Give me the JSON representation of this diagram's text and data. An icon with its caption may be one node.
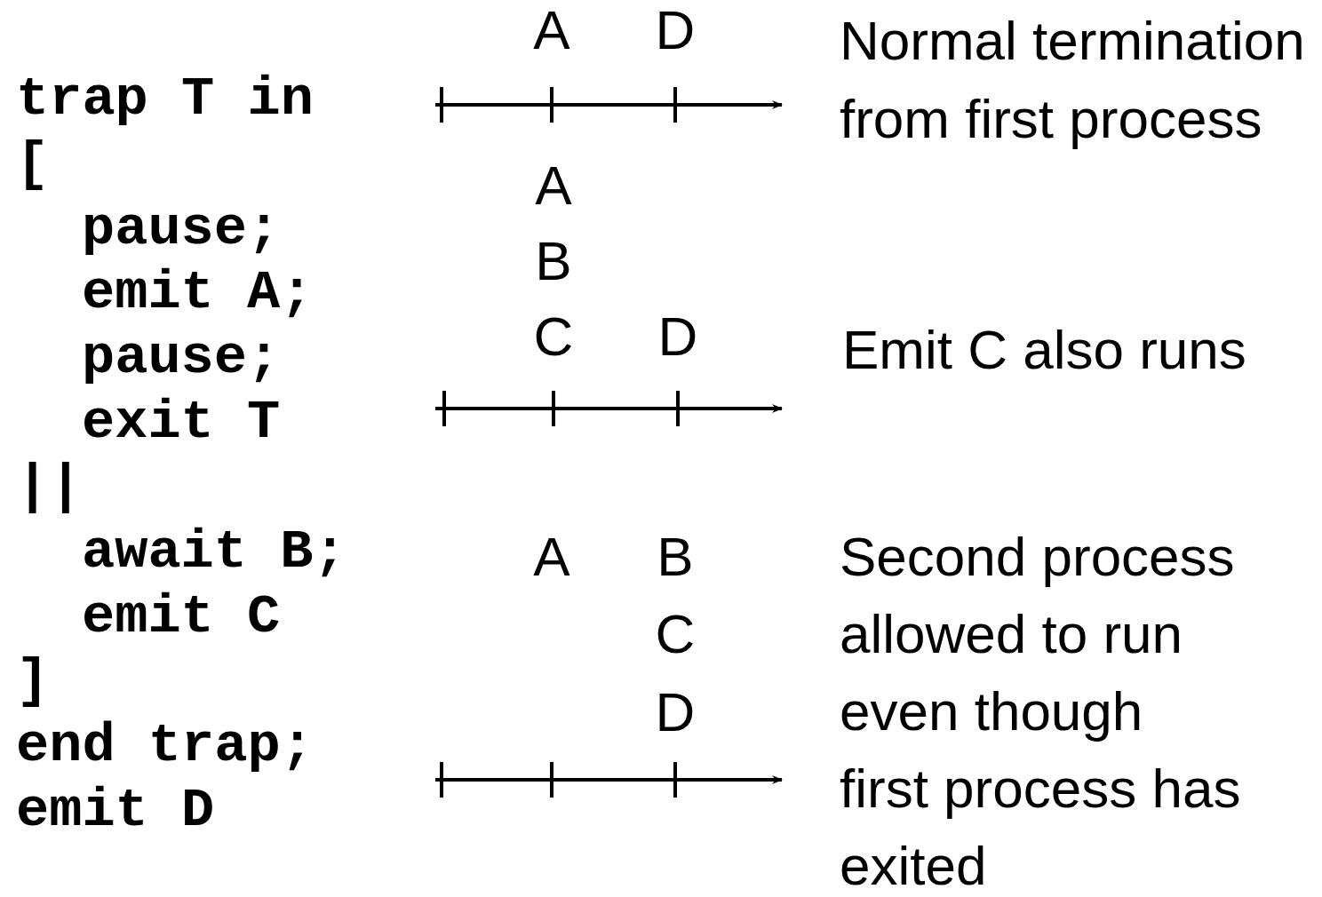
{
  "diagram": {
    "labels": [
      "trap T in",
      "[",
      "pause;",
      "emit A;",
      "pause;",
      "exit T",
      "||",
      "await B;",
      "emit C",
      "]",
      "end trap;",
      "emit D",
      "A",
      "D",
      "Normal termination from first process",
      "A",
      "B",
      "C",
      "D",
      "Emit C also runs",
      "A",
      "B",
      "C",
      "D",
      "Second process allowed to run even though first process has exited"
    ]
  }
}
